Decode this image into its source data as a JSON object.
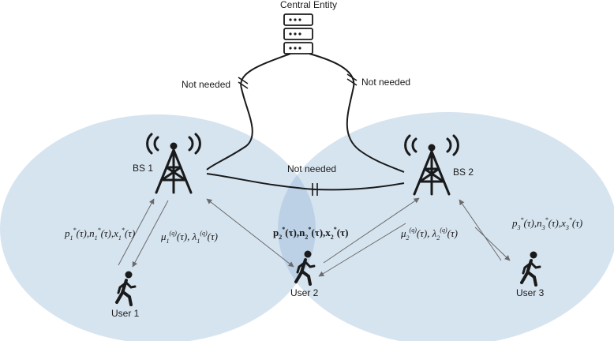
{
  "central_entity": {
    "label": "Central Entity"
  },
  "links": {
    "not_needed_left": "Not needed",
    "not_needed_right": "Not needed",
    "not_needed_middle": "Not needed"
  },
  "base_stations": [
    {
      "label": "BS 1"
    },
    {
      "label": "BS 2"
    }
  ],
  "users": [
    {
      "label": "User 1"
    },
    {
      "label": "User 2"
    },
    {
      "label": "User 3"
    }
  ],
  "signals": {
    "user1_up": {
      "a": "p",
      "a_sub": "1",
      "b": "n",
      "b_sub": "1",
      "c": "x",
      "c_sub": "1",
      "star": "*",
      "arg": "(τ)"
    },
    "bs1_down": {
      "a": "μ",
      "a_sub": "1",
      "b": "λ",
      "b_sub": "1",
      "sup": "(q)",
      "arg": "(τ)"
    },
    "user2_up": {
      "a": "p",
      "a_sub": "2",
      "b": "n",
      "b_sub": "2",
      "c": "x",
      "c_sub": "2",
      "star": "*",
      "arg": "(τ)"
    },
    "bs2_down": {
      "a": "μ",
      "a_sub": "2",
      "b": "λ",
      "b_sub": "2",
      "sup": "(q)",
      "arg": "(τ)"
    },
    "user3_up": {
      "a": "p",
      "a_sub": "3",
      "b": "n",
      "b_sub": "3",
      "c": "x",
      "c_sub": "3",
      "star": "*",
      "arg": "(τ)"
    }
  },
  "colors": {
    "cell_fill": "#d6e4f0",
    "overlap_fill": "#c3d6e8",
    "line": "#1a1a1a",
    "arrow": "#6b6b6b"
  }
}
